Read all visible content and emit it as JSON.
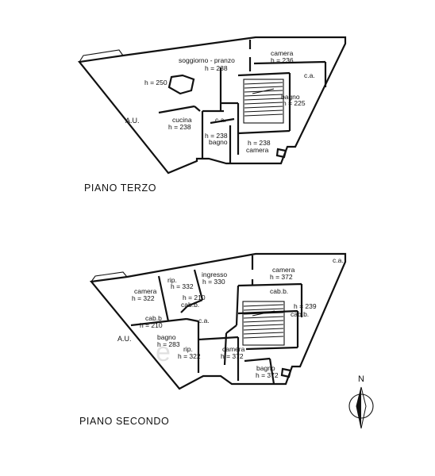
{
  "floors": [
    {
      "title": "PIANO TERZO",
      "outside_label": "A.U.",
      "rooms": [
        {
          "name": "soggiorno - pranzo",
          "height": "h = 238"
        },
        {
          "name": "camera",
          "height": "h = 236"
        },
        {
          "name": "",
          "height": "h = 250"
        },
        {
          "name": "c.a.",
          "height": ""
        },
        {
          "name": "bagno",
          "height": "h = 225"
        },
        {
          "name": "cucina",
          "height": "h = 238"
        },
        {
          "name": "c.a.",
          "height": ""
        },
        {
          "name": "",
          "height": "h = 238"
        },
        {
          "name": "bagno",
          "height": ""
        },
        {
          "name": "",
          "height": "h = 238"
        },
        {
          "name": "camera",
          "height": ""
        }
      ]
    },
    {
      "title": "PIANO SECONDO",
      "outside_label": "A.U.",
      "rooms": [
        {
          "name": "ingresso",
          "height": "h = 330"
        },
        {
          "name": "rip.",
          "height": "h = 332"
        },
        {
          "name": "camera",
          "height": "h = 372"
        },
        {
          "name": "c.a.",
          "height": ""
        },
        {
          "name": "camera",
          "height": "h = 322"
        },
        {
          "name": "",
          "height": "h = 210"
        },
        {
          "name": "cab.b.",
          "height": ""
        },
        {
          "name": "cab.b.",
          "height": ""
        },
        {
          "name": "",
          "height": "h = 239"
        },
        {
          "name": "cab.b.",
          "height": ""
        },
        {
          "name": "cab.b",
          "height": "h = 210"
        },
        {
          "name": "c.a.",
          "height": ""
        },
        {
          "name": "bagno",
          "height": "h = 283"
        },
        {
          "name": "rip.",
          "height": "h = 322"
        },
        {
          "name": "camera",
          "height": "h = 372"
        },
        {
          "name": "bagno",
          "height": "h = 372"
        }
      ]
    }
  ],
  "compass": {
    "label": "N"
  },
  "watermark": "e"
}
